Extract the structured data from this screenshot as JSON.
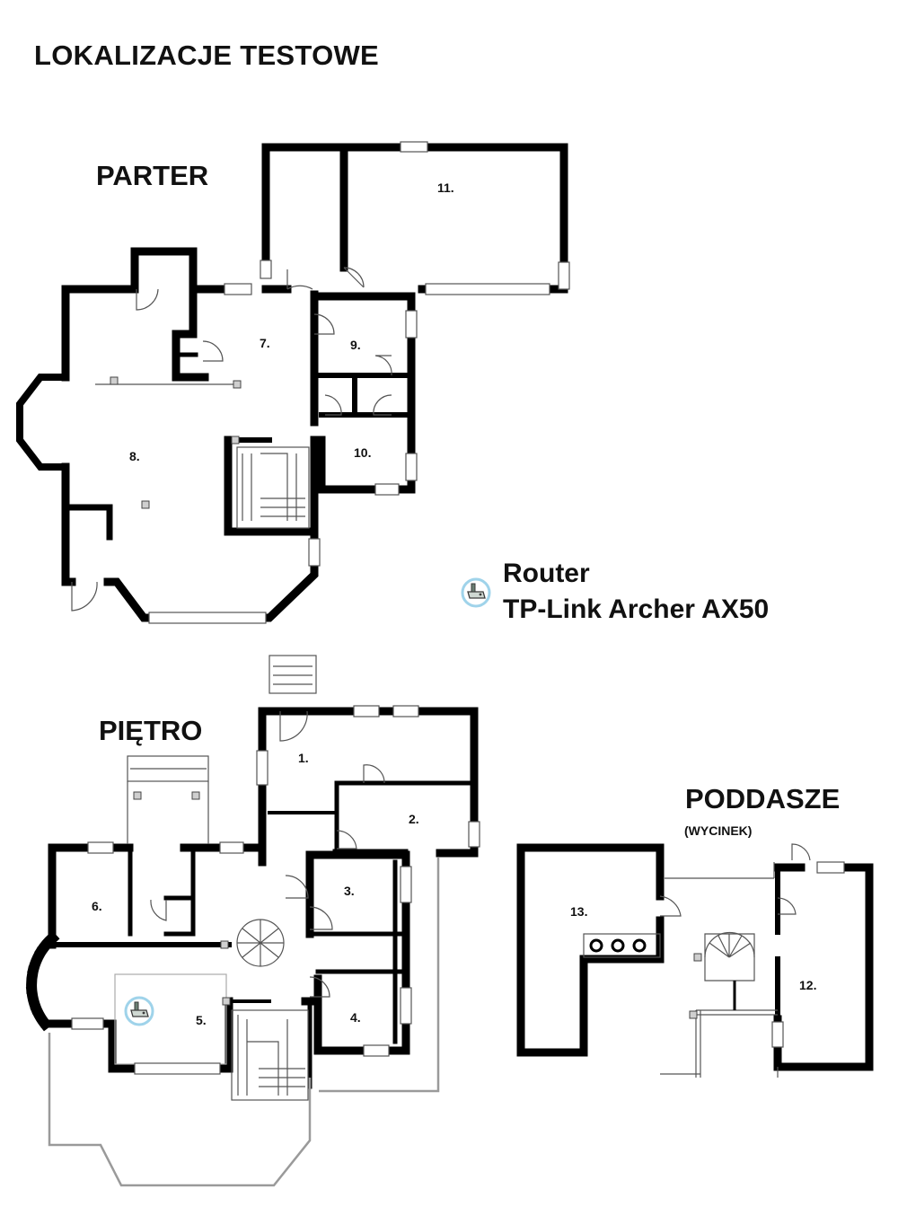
{
  "title": "LOKALIZACJE TESTOWE",
  "floors": {
    "parter": "PARTER",
    "pietro": "PIĘTRO",
    "poddasze": "PODDASZE",
    "poddasze_note": "(WYCINEK)"
  },
  "legend": {
    "line1": "Router",
    "line2": "TP-Link Archer AX50",
    "icon": "router-icon"
  },
  "rooms": {
    "r1": "1.",
    "r2": "2.",
    "r3": "3.",
    "r4": "4.",
    "r5": "5.",
    "r6": "6.",
    "r7": "7.",
    "r8": "8.",
    "r9": "9.",
    "r10": "10.",
    "r11": "11.",
    "r12": "12.",
    "r13": "13."
  },
  "colors": {
    "wall": "#000000",
    "outline": "#9a9a9a",
    "router_ring": "#9fd3ea"
  }
}
